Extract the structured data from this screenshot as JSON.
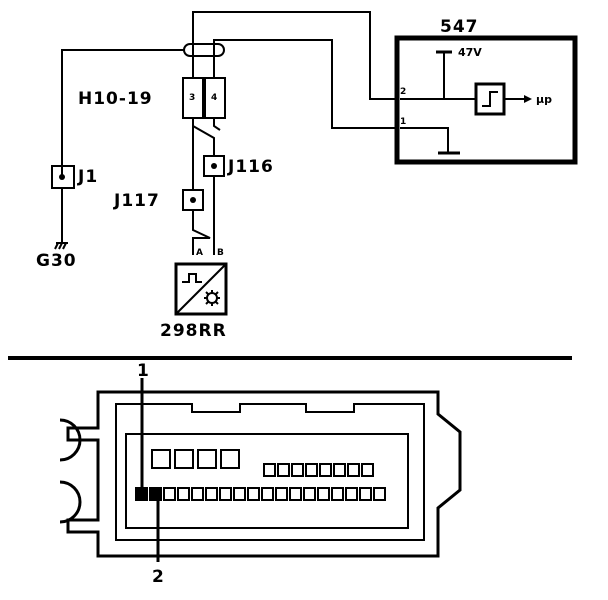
{
  "diagram": {
    "module_547": {
      "label": "547",
      "supply": "47V",
      "pin1": "1",
      "pin2": "2",
      "output": "μp"
    },
    "harness": {
      "connector": "H10-19",
      "pin3": "3",
      "pin4": "4"
    },
    "junctions": {
      "j1": "J1",
      "j116": "J116",
      "j117": "J117"
    },
    "ground": {
      "label": "G30"
    },
    "sensor": {
      "label": "298RR",
      "pinA": "A",
      "pinB": "B"
    },
    "connector_view": {
      "pointer1": "1",
      "pointer2": "2"
    }
  },
  "colors": {
    "line": "#000000",
    "background": "#ffffff"
  }
}
